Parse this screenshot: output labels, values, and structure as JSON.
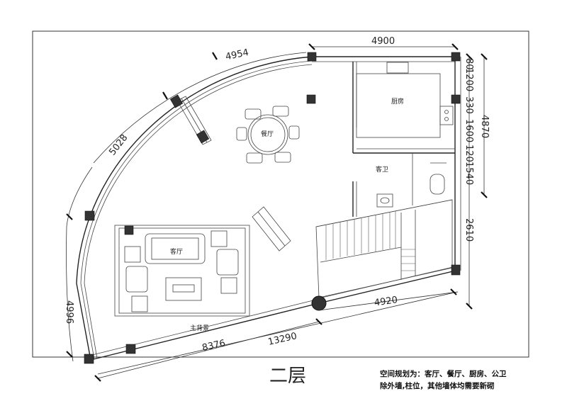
{
  "floor_title": "二层",
  "notes": {
    "line1": "空间规划为：客厅、餐厅、厨房、公卫",
    "line2": "除外墙,柱位，其他墙体均需要新砌"
  },
  "rooms": {
    "kitchen": "厨房",
    "dining": "餐厅",
    "guest_bath": "客卫",
    "living": "客厅",
    "tv_wall": "主背景"
  },
  "dimensions": {
    "arc_upper": "4954",
    "arc_middle": "5028",
    "arc_lower": "4996",
    "top_width": "4900",
    "right_80": "80",
    "right_1200": "1200",
    "right_330": "330",
    "right_1600": "1600",
    "right_120": "120",
    "right_1540": "1540",
    "right_total": "4870",
    "right_2610": "2610",
    "bottom_right": "4920",
    "bottom_left": "8376",
    "bottom_total": "13290"
  },
  "colors": {
    "line": "#222222",
    "column": "#333333",
    "background": "#ffffff"
  }
}
